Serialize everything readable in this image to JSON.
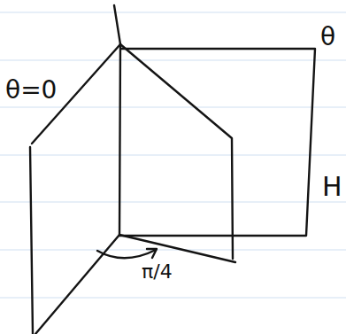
{
  "diagram": {
    "labels": [
      "θ=0",
      "θ",
      "H",
      "π/4"
    ]
  }
}
